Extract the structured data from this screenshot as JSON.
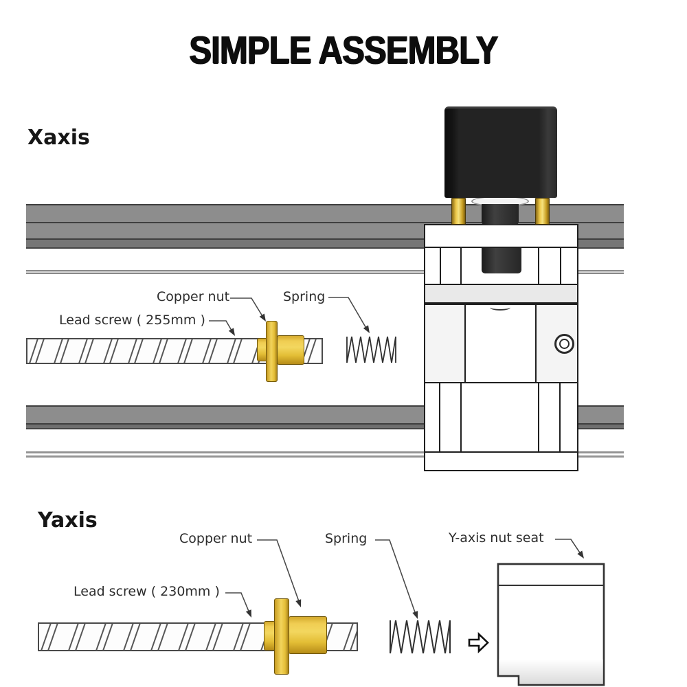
{
  "title": "SIMPLE ASSEMBLY",
  "colors": {
    "gold": "#E9C53F",
    "rail_gray": "#8D8D8D",
    "motor_black": "#1F1F1F",
    "leader_line": "#4A4A4A",
    "background": "#FFFFFF"
  },
  "icons": {
    "transfer_arrow": "⇨"
  },
  "sections": {
    "xaxis": {
      "label": "Xaxis",
      "annotations": {
        "copper_nut": "Copper nut",
        "spring": "Spring",
        "lead_screw": "Lead screw ( 255mm )"
      }
    },
    "yaxis": {
      "label": "Yaxis",
      "annotations": {
        "copper_nut": "Copper nut",
        "spring": "Spring",
        "nut_seat": "Y-axis nut seat",
        "lead_screw": "Lead screw ( 230mm )"
      }
    }
  }
}
